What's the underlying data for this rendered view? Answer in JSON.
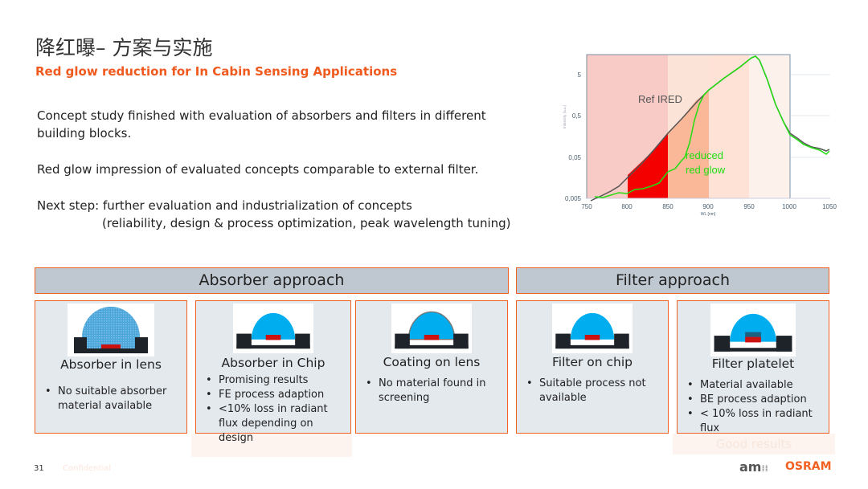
{
  "title": "降红曝– 方案与实施",
  "subtitle": "Red glow reduction for In Cabin Sensing Applications",
  "paragraphs": [
    "Concept study finished with evaluation of absorbers and filters in different building blocks.",
    "Red glow impression of evaluated concepts comparable to external filter.",
    "Next step: further evaluation and industrialization of concepts",
    "(reliability, design & process optimization, peak wavelength tuning)"
  ],
  "chart": {
    "y_ticks": [
      "5",
      "0,5",
      "0,05",
      "0,005"
    ],
    "x_ticks": [
      "750",
      "800",
      "850",
      "900",
      "950",
      "1000",
      "1050"
    ],
    "xlabel": "WL [nm]",
    "ylabel": "Intensity [a.u.]",
    "label_ref": "Ref IRED",
    "label_reduced_1": "reduced",
    "label_reduced_2": "red glow",
    "colors": {
      "ref": "#555555",
      "reduced": "#22dd11"
    }
  },
  "sections": {
    "absorber": "Absorber approach",
    "filter": "Filter approach"
  },
  "cards": [
    {
      "title": "Absorber in lens",
      "bullets": [
        "No suitable absorber material available"
      ]
    },
    {
      "title": "Absorber in Chip",
      "bullets": [
        "Promising results",
        "FE process adaption",
        "<10% loss in radiant flux depending on design"
      ]
    },
    {
      "title": "Coating on lens",
      "bullets": [
        "No material found in screening"
      ]
    },
    {
      "title": "Filter on chip",
      "bullets": [
        "Suitable process not available"
      ]
    },
    {
      "title": "Filter platelet",
      "bullets": [
        "Material available",
        "BE process adaption",
        "< 10% loss in radiant flux"
      ]
    }
  ],
  "ghost_label": "Good results",
  "footer": {
    "page": "31",
    "confidential": "Confidential",
    "logo_ams": "am",
    "logo_osram": "OSRAM"
  },
  "accent": "#f26122"
}
